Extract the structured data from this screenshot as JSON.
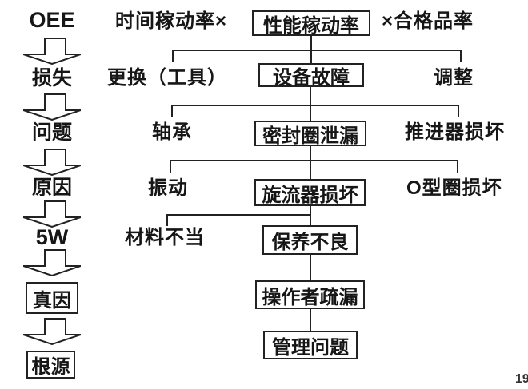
{
  "page_number": "19",
  "colors": {
    "ink": "#161616",
    "line": "#222222",
    "background": "#ffffff"
  },
  "left_rail": {
    "items": [
      {
        "label": "OEE"
      },
      {
        "label": "损失"
      },
      {
        "label": "问题"
      },
      {
        "label": "原因"
      },
      {
        "label": "5W"
      },
      {
        "label": "真因",
        "boxed": true
      },
      {
        "label": "根源",
        "boxed": true
      }
    ]
  },
  "tree": {
    "formula": {
      "left": "时间稼动率×",
      "center": "性能稼动率",
      "right": "×合格品率"
    },
    "levels": [
      {
        "left": "更换（工具）",
        "center": "设备故障",
        "right": "调整"
      },
      {
        "left": "轴承",
        "center": "密封圈泄漏",
        "right": "推进器损坏"
      },
      {
        "left": "振动",
        "center": "旋流器损坏",
        "right": "O型圈损坏"
      },
      {
        "left": "材料不当",
        "center": "保养不良"
      },
      {
        "center": "操作者疏漏"
      },
      {
        "center": "管理问题"
      }
    ]
  }
}
